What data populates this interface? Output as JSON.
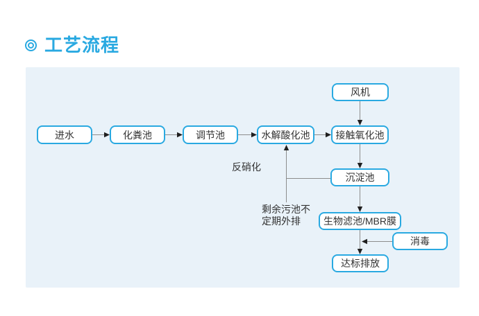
{
  "section": {
    "title": "工艺流程",
    "icon": "double-circle-icon"
  },
  "flowchart": {
    "nodes": [
      {
        "name": "inlet",
        "label": "进水"
      },
      {
        "name": "septic-tank",
        "label": "化粪池"
      },
      {
        "name": "regulating-tank",
        "label": "调节池"
      },
      {
        "name": "hydrolysis-acidification-tank",
        "label": "水解酸化池"
      },
      {
        "name": "contact-oxidation-tank",
        "label": "接触氧化池"
      },
      {
        "name": "fan",
        "label": "风机"
      },
      {
        "name": "sedimentation-tank",
        "label": "沉淀池"
      },
      {
        "name": "biofilter-mbr-membrane",
        "label": "生物滤池/MBR膜"
      },
      {
        "name": "disinfection",
        "label": "消毒"
      },
      {
        "name": "discharge-up-to-standard",
        "label": "达标排放"
      }
    ],
    "annotations": {
      "denitrification": "反硝化",
      "excess_sludge_line1": "剩余污池不",
      "excess_sludge_line2": "定期外排"
    },
    "edges": [
      "进水→化粪池",
      "化粪池→调节池",
      "调节池→水解酸化池",
      "水解酸化池→接触氧化池",
      "风机→接触氧化池",
      "接触氧化池→沉淀池",
      "沉淀池→生物滤池/MBR膜",
      "生物滤池/MBR膜→达标排放",
      "消毒→达标排放线",
      "沉淀池→水解酸化池(反硝化回流)",
      "沉淀池→剩余污池外排"
    ]
  },
  "colors": {
    "accent": "#29A9E1",
    "panel_bg": "#E9F2F9",
    "node_bg": "#FFFFFF",
    "node_border": "#29A9E1",
    "text": "#333333",
    "line": "#8C8C8C",
    "arrowhead": "#1F1F1F"
  }
}
